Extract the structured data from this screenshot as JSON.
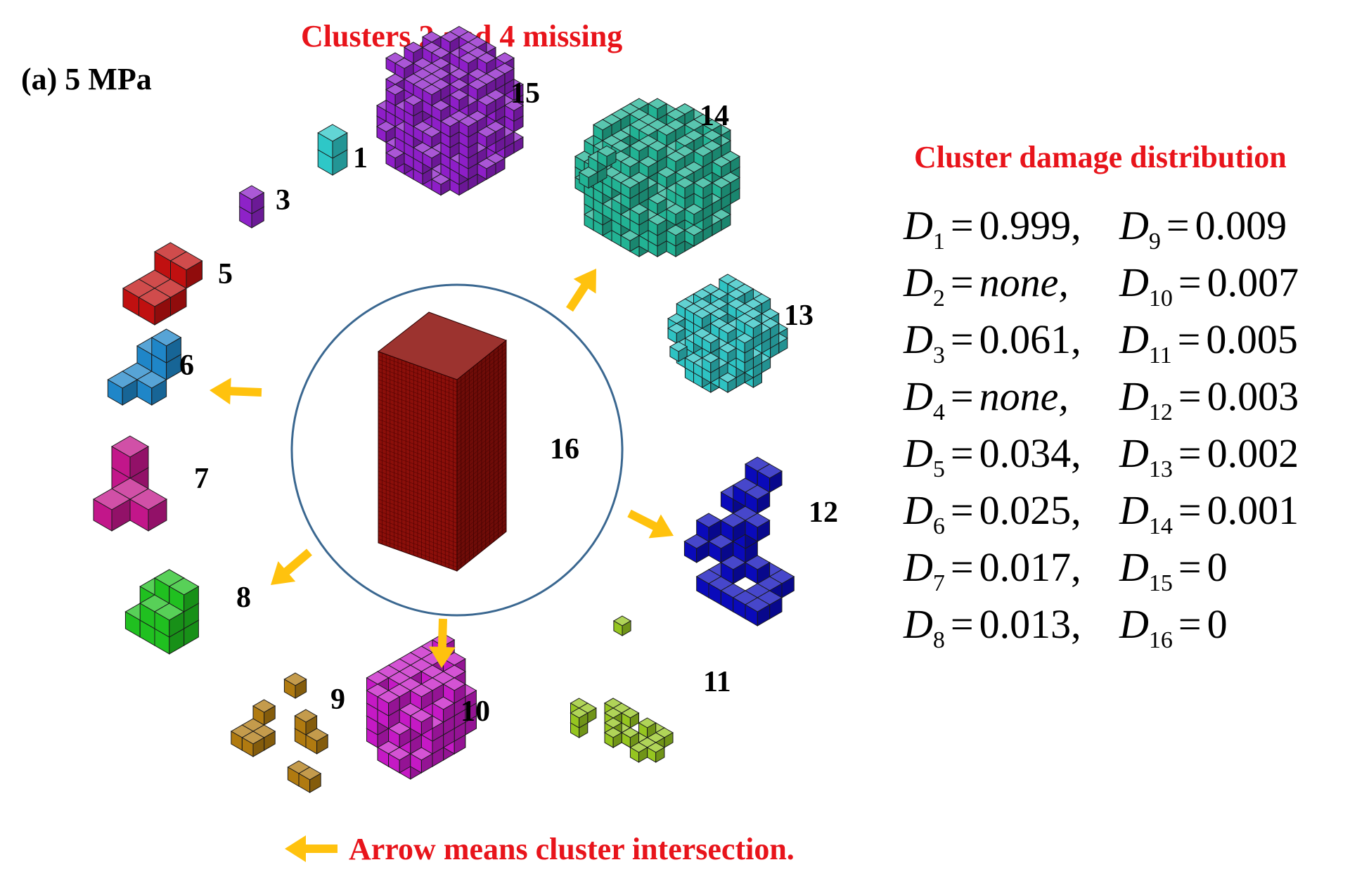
{
  "panel_label": "(a) 5 MPa",
  "header_note": "Clusters 2 and 4 missing",
  "footer_note": "Arrow means cluster intersection.",
  "colors": {
    "accent_red": "#e8141b",
    "arrow": "#ffc20e",
    "circle": "#3a6790",
    "c16": "#8b0f0a",
    "c1": "#2ec7c7",
    "c3": "#8e22c8",
    "c5": "#c01010",
    "c6": "#1f86c8",
    "c7": "#c2168a",
    "c8": "#20c020",
    "c9": "#b07a10",
    "c10": "#c519c5",
    "c11": "#95c520",
    "c12": "#0a0aba",
    "c13": "#2ec3c3",
    "c14": "#22b394",
    "c15": "#8e1ec8"
  },
  "cluster_labels": {
    "c1": "1",
    "c3": "3",
    "c5": "5",
    "c6": "6",
    "c7": "7",
    "c8": "8",
    "c9": "9",
    "c10": "10",
    "c11": "11",
    "c12": "12",
    "c13": "13",
    "c14": "14",
    "c15": "15",
    "c16": "16"
  },
  "damage": {
    "title": "Cluster damage distribution",
    "left": [
      {
        "sub": "1",
        "value": "0.999"
      },
      {
        "sub": "2",
        "value": "none"
      },
      {
        "sub": "3",
        "value": "0.061"
      },
      {
        "sub": "4",
        "value": "none"
      },
      {
        "sub": "5",
        "value": "0.034"
      },
      {
        "sub": "6",
        "value": "0.025"
      },
      {
        "sub": "7",
        "value": "0.017"
      },
      {
        "sub": "8",
        "value": "0.013"
      }
    ],
    "right": [
      {
        "sub": "9",
        "value": "0.009"
      },
      {
        "sub": "10",
        "value": "0.007"
      },
      {
        "sub": "11",
        "value": "0.005"
      },
      {
        "sub": "12",
        "value": "0.003"
      },
      {
        "sub": "13",
        "value": "0.002"
      },
      {
        "sub": "14",
        "value": "0.001"
      },
      {
        "sub": "15",
        "value": "0"
      },
      {
        "sub": "16",
        "value": "0"
      }
    ],
    "symbol": "D",
    "equals": "=",
    "separator": ","
  }
}
